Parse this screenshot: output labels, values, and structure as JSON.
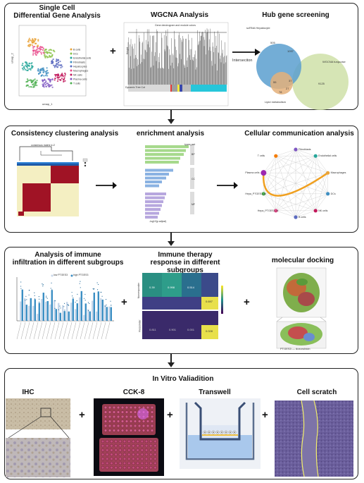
{
  "panel1": {
    "titles": {
      "single_cell": "Single Cell\nDifferential Gene Analysis",
      "wgcna": "WGCNA Analysis",
      "hub": "Hub gene screening"
    },
    "umap": {
      "legend": [
        "B cells",
        "DCs",
        "Endothelial cells",
        "Fibroblasts",
        "Hepatocytes",
        "Macrophages",
        "NK cells",
        "Plasma cells",
        "T cells"
      ],
      "colors": [
        "#e8a33a",
        "#8bc34a",
        "#26a69a",
        "#3f8fc2",
        "#5c6bc0",
        "#e84a8b",
        "#c2185b",
        "#7e57c2",
        "#4caf50"
      ],
      "xlabel": "umap_1",
      "ylabel": "umap_2"
    },
    "wgcna": {
      "plot_title": "Gene dendrogram and module colors",
      "ylabel": "Height",
      "colorbar_label": "Dynamic Tree Cut"
    },
    "intersection_label": "Interseciton",
    "venn": {
      "label_a": "scRNA Hepatocyte",
      "label_b": "WGCNA turquoise",
      "label_c": "Lipid metabolism",
      "values": [
        "505",
        "1097",
        "9125",
        "37",
        "27",
        "78",
        "55"
      ]
    }
  },
  "panel2": {
    "titles": {
      "consistency": "Consistency clustering analysis",
      "enrichment": "enrichment analysis",
      "communication": "Cellular communication analysis"
    },
    "consensus_label": "consensus matrix k=2",
    "enrichment_xlabel": "-log10(p.adjust)",
    "enrichment_legend": "types_ont",
    "enrichment_groups": [
      "BP",
      "CC",
      "MF"
    ],
    "network_nodes": [
      "Fibroblasts",
      "Endothelial cells",
      "Macrophages",
      "DCs",
      "NK cells",
      "B cells",
      "Hepa_PTGES3_hi",
      "Hepa_PTGES3_lo",
      "Plasma cells",
      "T cells"
    ]
  },
  "panel3": {
    "titles": {
      "immune": "Analysis of immune\ninfiltration in different subgroups",
      "therapy": "Immune therapy\nresponse in different subgroups",
      "docking": "molecular docking"
    },
    "immune_legend": [
      "low PTGES3",
      "high PTGES3"
    ],
    "heatmap_values": [
      "0.39",
      "0.998",
      "0.514",
      "0.697",
      "0.811",
      "0.901",
      "0.001",
      "0.028"
    ],
    "heatmap_row_labels": [
      "Nonresponder",
      "Responder"
    ],
    "docking_label": "PTGES3 — doxorubicin"
  },
  "panel4": {
    "title": "In Vitro Valiadition",
    "subtitles": [
      "IHC",
      "CCK-8",
      "Transwell",
      "Cell scratch"
    ]
  }
}
